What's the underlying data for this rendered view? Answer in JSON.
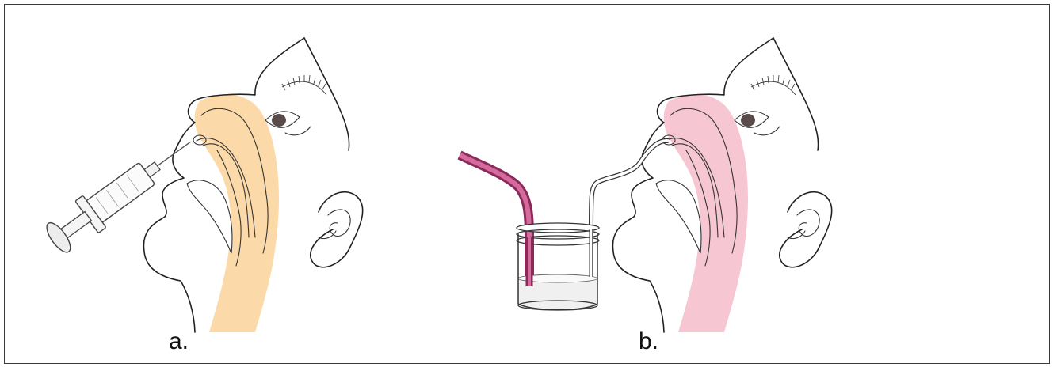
{
  "figure": {
    "panels": [
      {
        "label": "a.",
        "method": "syringe",
        "tissue_color": "#fbd9a8"
      },
      {
        "label": "b.",
        "method": "suction-trap",
        "tissue_color": "#f6c6d3",
        "tube_color": "#b63a78"
      }
    ]
  }
}
